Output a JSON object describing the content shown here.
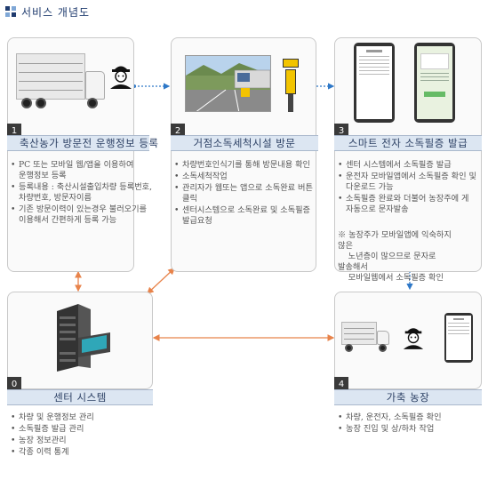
{
  "header": {
    "title": "서비스 개념도"
  },
  "steps": [
    {
      "number": "1",
      "title": "축산농가 방문전 운행정보 등록",
      "bullets": [
        "PC 또는 모바일 웹/앱을 이용하여\n운행정보 등록",
        "등록내용 : 축산시설출입차량 등록번호,\n차량번호, 방문자이름",
        "기존 방문이력이 있는경우 불러오기를\n이용해서 간편하게 등록 가능"
      ]
    },
    {
      "number": "2",
      "title": "거점소독세척시설 방문",
      "bullets": [
        "차량번호인식기를 통해 방문내용 확인",
        "소독세척작업",
        "관리자가 웹또는 앱으로 소독완료 버튼\n클릭",
        "센터시스템으로 소독완료 및 소독필증\n발급요청"
      ]
    },
    {
      "number": "3",
      "title": "스마트 전자 소독필증 발급",
      "bullets": [
        "센터 시스템에서 소독필증 발급",
        "운전자 모바일앱에서 소독필증 확인 및\n다운로드 가능",
        "소독필증 완료와 더불어 농장주에 게\n자동으로 문자발송"
      ],
      "note": "※ 농장주가 모바일앱에 익숙하지\n않은\n    노년층이 많으므로 문자로\n발송해서\n    모바일웹에서 소독필증 확인"
    },
    {
      "number": "0",
      "title": "센터 시스템",
      "bullets": [
        "차량 및 운행정보 관리",
        "소독필증 발급 관리",
        "농장 정보관리",
        "각종 이력 통계"
      ]
    },
    {
      "number": "4",
      "title": "가축 농장",
      "bullets": [
        "차량, 운전자, 소독필증 확인",
        "농장 진입 및 상/하차 작업"
      ]
    }
  ],
  "colors": {
    "connector": "#2e78c7",
    "arrow": "#e8834a",
    "bar": "#dce6f2",
    "title_text": "#2b3f63"
  }
}
